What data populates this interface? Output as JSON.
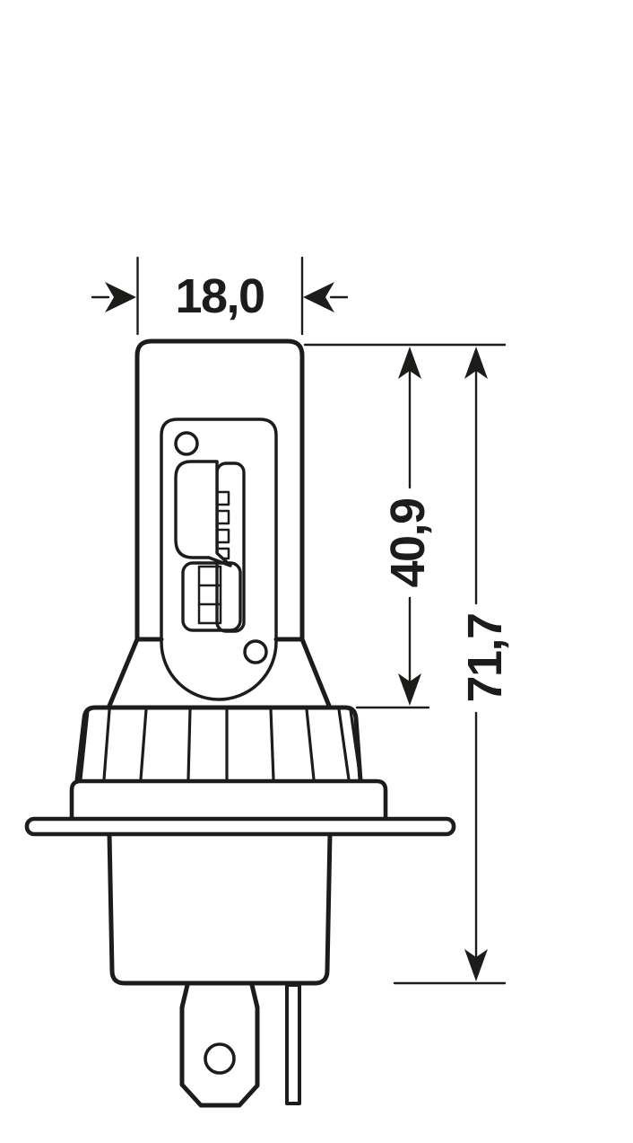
{
  "drawing": {
    "background": "#ffffff",
    "line_color": "#1c1c1a",
    "dimensions": {
      "width": {
        "label": "18,0",
        "orientation": "horizontal"
      },
      "upper_height": {
        "label": "40,9",
        "orientation": "vertical"
      },
      "overall_height": {
        "label": "71,7",
        "orientation": "vertical"
      }
    }
  }
}
